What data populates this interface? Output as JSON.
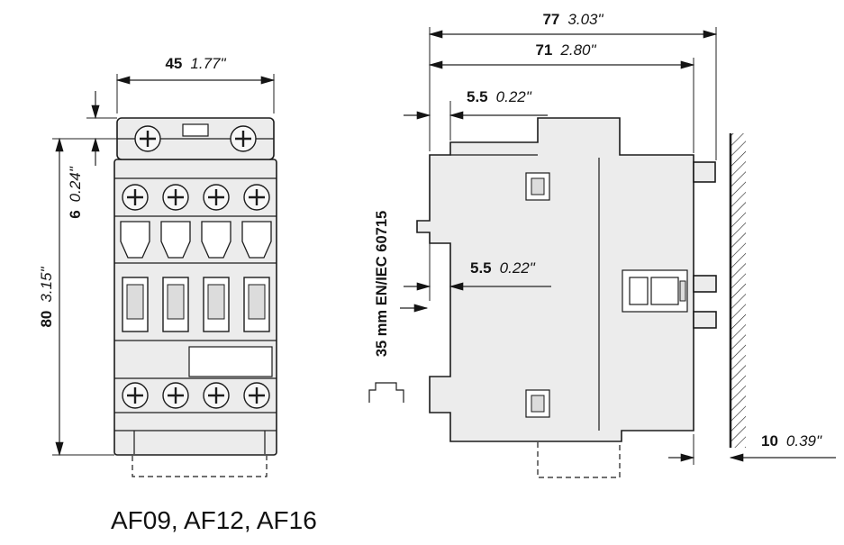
{
  "title": "AF09, AF12, AF16",
  "front_view": {
    "width": {
      "mm": "45",
      "inch": "1.77\""
    },
    "top_offset": {
      "mm": "6",
      "inch": "0.24\""
    },
    "height": {
      "mm": "80",
      "inch": "3.15\""
    }
  },
  "side_view": {
    "depth_overall": {
      "mm": "77",
      "inch": "3.03\""
    },
    "depth_body": {
      "mm": "71",
      "inch": "2.80\""
    },
    "offset_top": {
      "mm": "5.5",
      "inch": "0.22\""
    },
    "rail_depth": {
      "mm": "5.5",
      "inch": "0.22\""
    },
    "clearance": {
      "mm": "10",
      "inch": "0.39\""
    },
    "din_rail_label": "35 mm EN/IEC 60715"
  }
}
